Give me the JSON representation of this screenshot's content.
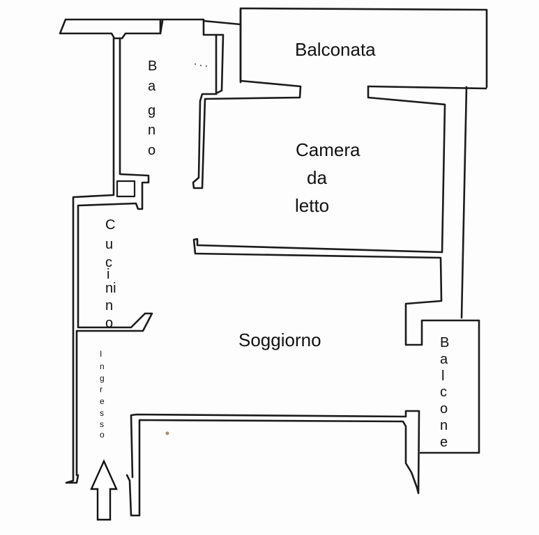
{
  "rooms": {
    "balconata": "Balconata",
    "bagno": [
      "B",
      "a",
      "g",
      "n",
      "o"
    ],
    "camera": [
      "Camera",
      "da",
      "letto"
    ],
    "cucinino": [
      "C",
      "u",
      "c",
      "i",
      "ni",
      "n",
      "o"
    ],
    "ingresso": [
      "I",
      "n",
      "g",
      "r",
      "e",
      "s",
      "s",
      "o"
    ],
    "soggiorno": "Soggiorno",
    "balcone": [
      "B",
      "a",
      "l",
      "c",
      "o",
      "n",
      "e"
    ]
  },
  "icons": {
    "entrance": "entrance-arrow-icon"
  }
}
